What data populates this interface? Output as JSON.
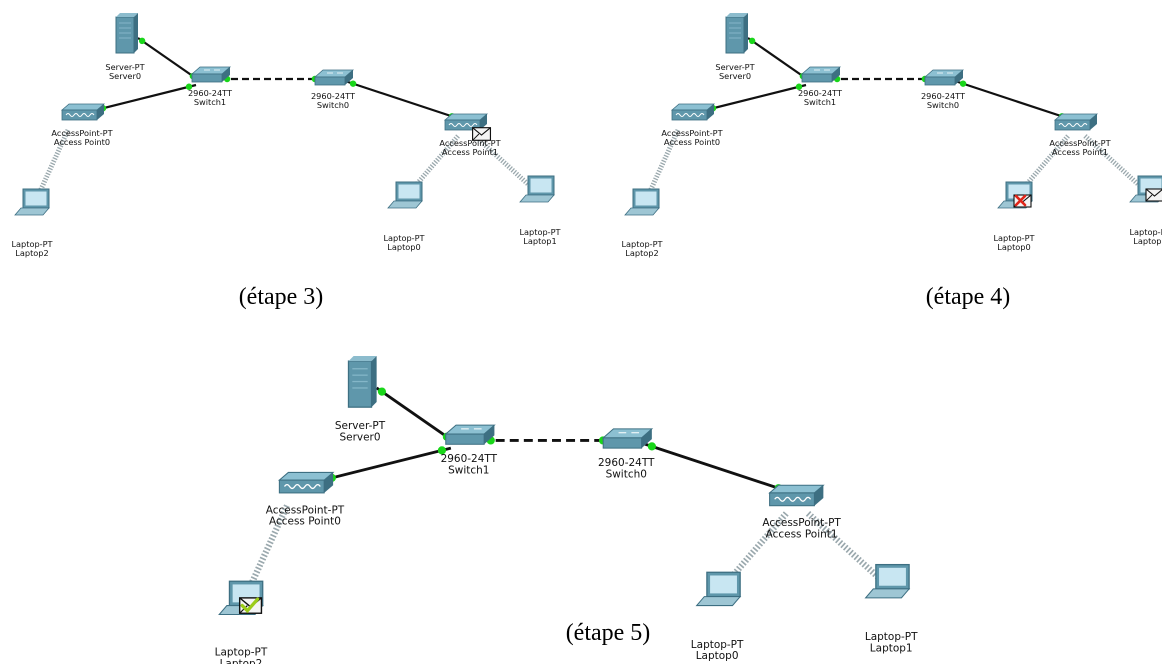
{
  "captions": [
    "(étape 3)",
    "(étape 4)",
    "(étape 5)"
  ],
  "labels": {
    "server": [
      "Server-PT",
      "Server0"
    ],
    "switch1": [
      "2960-24TT",
      "Switch1"
    ],
    "switch0": [
      "2960-24TT",
      "Switch0"
    ],
    "ap0": [
      "AccessPoint-PT",
      "Access Point0"
    ],
    "ap1": [
      "AccessPoint-PT",
      "Access Point1"
    ],
    "laptop0": [
      "Laptop-PT",
      "Laptop0"
    ],
    "laptop1": [
      "Laptop-PT",
      "Laptop1"
    ],
    "laptop2": [
      "Laptop-PT",
      "Laptop2"
    ]
  },
  "colors": {
    "link": "#111111",
    "port": "#19d619",
    "device": "#5f97ab",
    "device_dark": "#3d6f82",
    "wireless": "#9aa8ad",
    "fail": "#e0261a",
    "ok": "#9ccc1a"
  },
  "icons": {
    "server": "server-icon",
    "switch": "switch-icon",
    "access_point": "access-point-icon",
    "laptop": "laptop-icon",
    "envelope": "envelope-icon",
    "fail_mark": "x-mark-icon",
    "ok_mark": "check-mark-icon"
  }
}
